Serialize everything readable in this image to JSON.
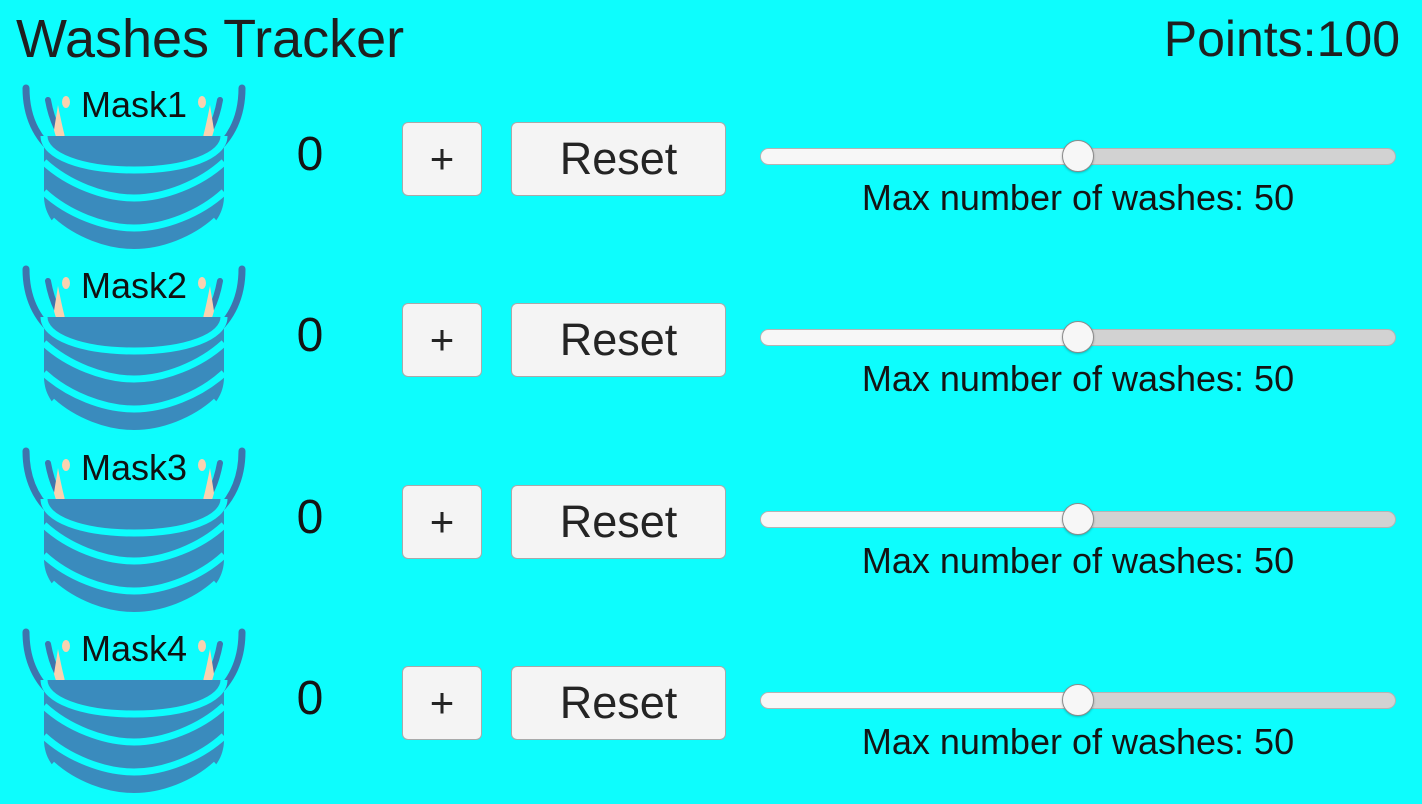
{
  "header": {
    "title": "Washes Tracker",
    "points_label": "Points:100"
  },
  "colors": {
    "background": "#0dfdfd",
    "text": "#1a1a1a",
    "button_face": "#f4f4f4",
    "button_border": "#a9a9a9",
    "mask_body": "#3a8bbd",
    "mask_strap": "#3f74ad",
    "mask_ear": "#f9d2b0",
    "slider_track_filled": "#f7f7f7",
    "slider_track_rest": "#d2d2d2",
    "slider_thumb": "#f7f7f7"
  },
  "rows": [
    {
      "mask_label": "Mask1",
      "count": "0",
      "increment_label": "+",
      "reset_label": "Reset",
      "slider_caption": "Max number of washes: 50",
      "slider_value": 50,
      "slider_min": 0,
      "slider_max": 100,
      "slider_percent": 50
    },
    {
      "mask_label": "Mask2",
      "count": "0",
      "increment_label": "+",
      "reset_label": "Reset",
      "slider_caption": "Max number of washes: 50",
      "slider_value": 50,
      "slider_min": 0,
      "slider_max": 100,
      "slider_percent": 50
    },
    {
      "mask_label": "Mask3",
      "count": "0",
      "increment_label": "+",
      "reset_label": "Reset",
      "slider_caption": "Max number of washes: 50",
      "slider_value": 50,
      "slider_min": 0,
      "slider_max": 100,
      "slider_percent": 50
    },
    {
      "mask_label": "Mask4",
      "count": "0",
      "increment_label": "+",
      "reset_label": "Reset",
      "slider_caption": "Max number of washes: 50",
      "slider_value": 50,
      "slider_min": 0,
      "slider_max": 100,
      "slider_percent": 50
    }
  ]
}
